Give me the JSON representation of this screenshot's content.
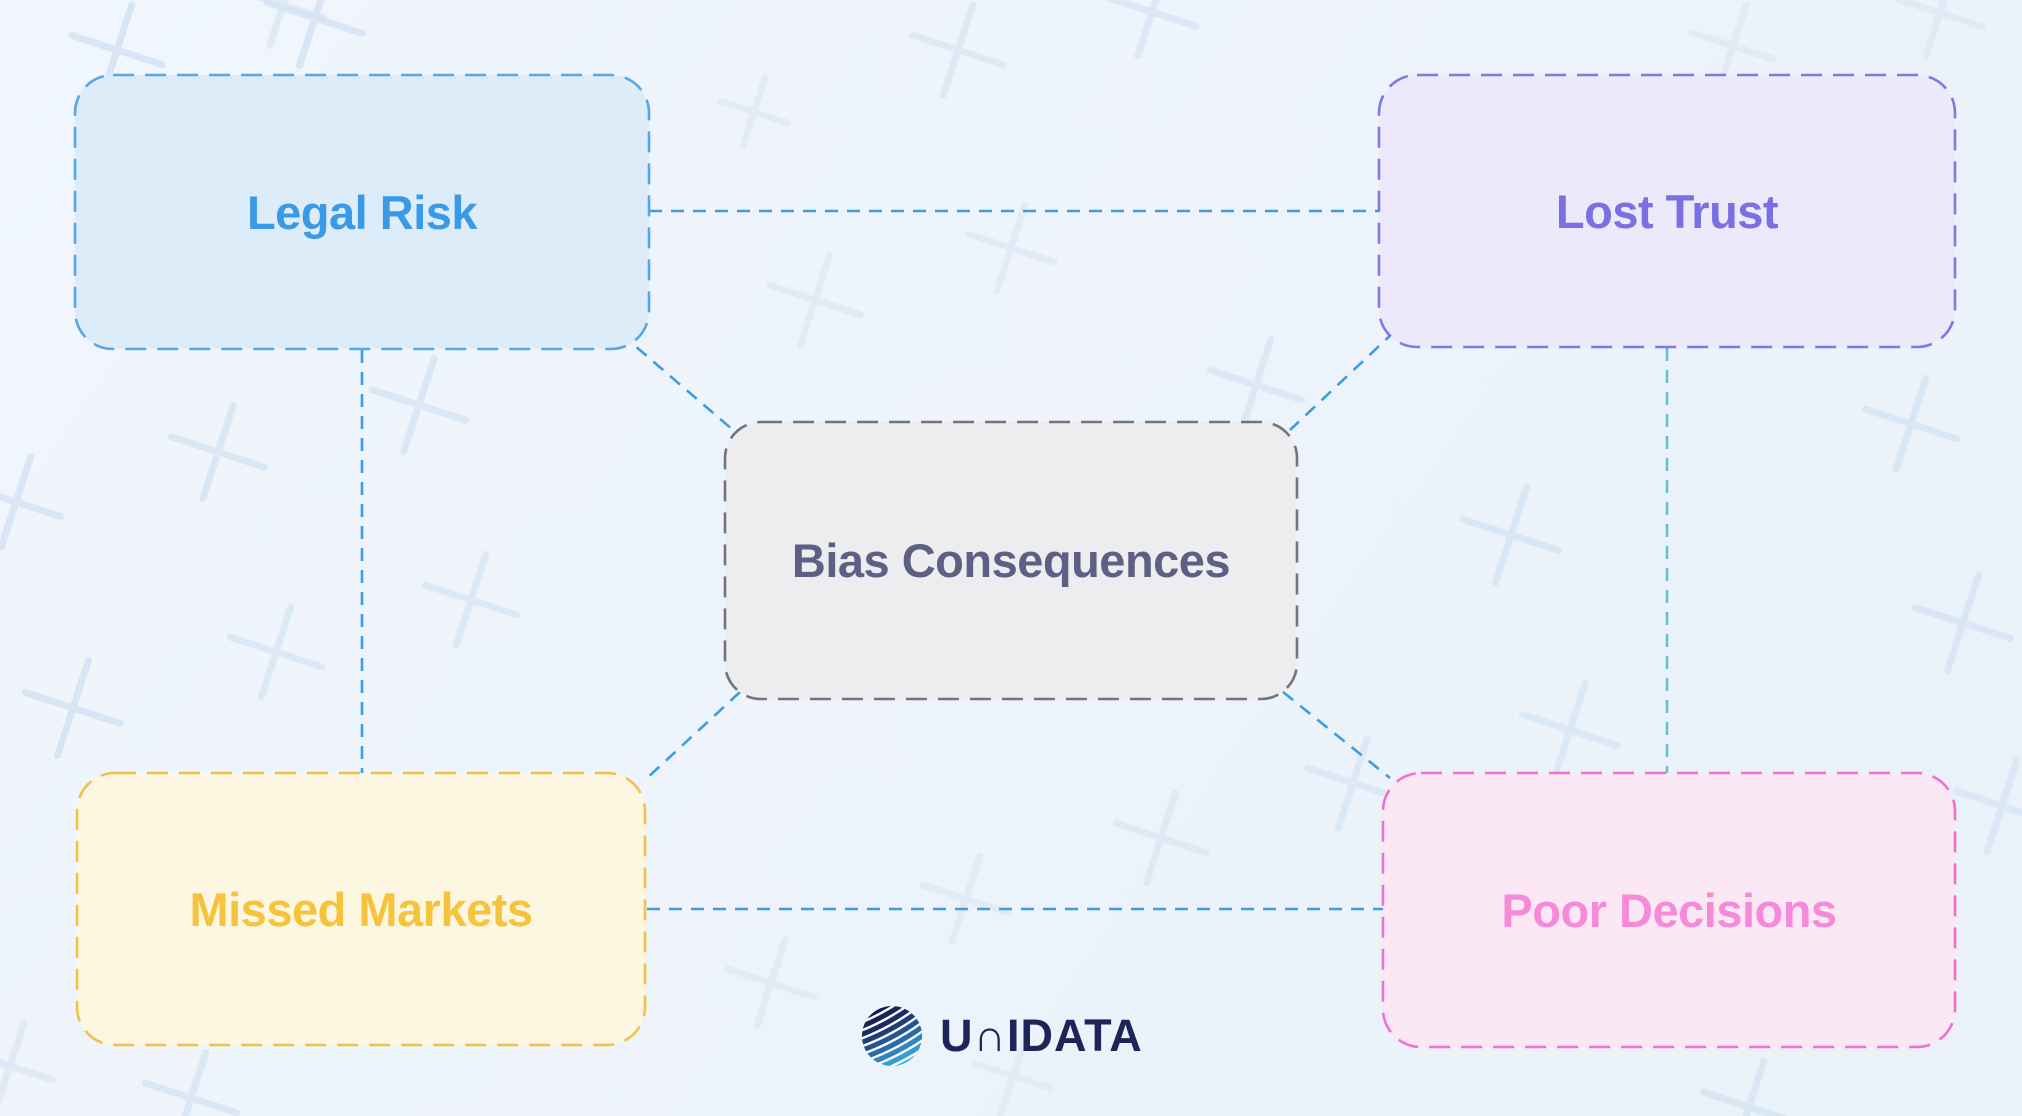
{
  "background": {
    "color": "#edf3fa",
    "plus_color": "#d5e4f4",
    "plus_marks": [
      [
        315,
        18,
        100,
        18,
        0.85
      ],
      [
        117,
        50,
        95,
        18,
        0.9
      ],
      [
        283,
        5,
        85,
        18,
        0.6
      ],
      [
        754,
        112,
        70,
        18,
        0.5
      ],
      [
        958,
        50,
        95,
        18,
        0.65
      ],
      [
        1152,
        12,
        92,
        18,
        0.7
      ],
      [
        1733,
        46,
        85,
        18,
        0.5
      ],
      [
        1940,
        13,
        90,
        18,
        0.55
      ],
      [
        815,
        300,
        95,
        18,
        0.55
      ],
      [
        1011,
        248,
        90,
        18,
        0.5
      ],
      [
        419,
        405,
        98,
        18,
        0.8
      ],
      [
        218,
        452,
        98,
        18,
        0.8
      ],
      [
        16,
        502,
        95,
        18,
        0.85
      ],
      [
        73,
        708,
        100,
        18,
        0.9
      ],
      [
        471,
        600,
        96,
        18,
        0.7
      ],
      [
        276,
        652,
        96,
        18,
        0.75
      ],
      [
        1256,
        385,
        96,
        18,
        0.7
      ],
      [
        1511,
        535,
        100,
        18,
        0.8
      ],
      [
        1911,
        424,
        96,
        18,
        0.8
      ],
      [
        1963,
        623,
        100,
        18,
        0.8
      ],
      [
        1570,
        730,
        100,
        18,
        0.7
      ],
      [
        1353,
        783,
        94,
        18,
        0.7
      ],
      [
        1161,
        838,
        94,
        18,
        0.6
      ],
      [
        966,
        899,
        90,
        18,
        0.5
      ],
      [
        771,
        983,
        90,
        18,
        0.5
      ],
      [
        191,
        1098,
        96,
        18,
        0.8
      ],
      [
        1749,
        1107,
        96,
        18,
        0.8
      ],
      [
        1013,
        1076,
        80,
        18,
        0.45
      ],
      [
        2002,
        806,
        96,
        18,
        0.7
      ],
      [
        10,
        1066,
        90,
        18,
        0.6
      ]
    ]
  },
  "nodes": {
    "bias": {
      "label": "Bias Consequences",
      "fill": "#ededf0",
      "border": "#73737f",
      "text_color": "#5d6084"
    },
    "legal": {
      "label": "Legal Risk",
      "fill": "#dcecf9",
      "border": "#55a7e8",
      "text_color": "#3b9ae6"
    },
    "lost": {
      "label": "Lost Trust",
      "fill": "#eceafa",
      "border": "#8078e2",
      "text_color": "#7a70e2"
    },
    "missed": {
      "label": "Missed Markets",
      "fill": "#fdf7e2",
      "border": "#f0c24a",
      "text_color": "#f6c33d"
    },
    "poor": {
      "label": "Poor Decisions",
      "fill": "#fce8f5",
      "border": "#f06fd0",
      "text_color": "#f58ad8"
    }
  },
  "colors": {
    "connector_blue": "#3e9ce2",
    "connector_teal": "#5fc3d2"
  },
  "logo": {
    "name": "UNIDATA",
    "wordmark": "U∩IDATA",
    "color": "#1c2458",
    "globe_fill": "#f8fbff",
    "globe_colors": [
      "#131e4c",
      "#172455",
      "#1b2c63",
      "#213d77",
      "#26548f",
      "#2b6ba6",
      "#3085bd",
      "#369dd2",
      "#3cafe0",
      "#43bde9"
    ]
  }
}
